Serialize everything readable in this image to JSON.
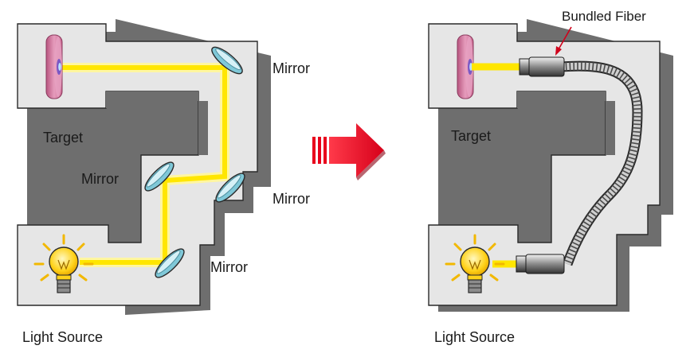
{
  "left_panel": {
    "target_label": "Target",
    "light_source_label": "Light Source",
    "mirror_labels": [
      "Mirror",
      "Mirror",
      "Mirror",
      "Mirror"
    ]
  },
  "right_panel": {
    "target_label": "Target",
    "light_source_label": "Light Source",
    "fiber_label": "Bundled Fiber"
  },
  "colors": {
    "wall": "#e6e6e6",
    "wall_shadow": "#6e6e6e",
    "beam": "#ffe600",
    "beam_glow": "#fff6a0",
    "arrow": "#e8001c",
    "target_face": "#d97aa6",
    "mirror_glass": "#7fc8d8"
  },
  "icons": [
    "target-disc-icon",
    "light-bulb-icon",
    "mirror-icon",
    "fiber-connector-icon",
    "red-arrow-icon"
  ]
}
